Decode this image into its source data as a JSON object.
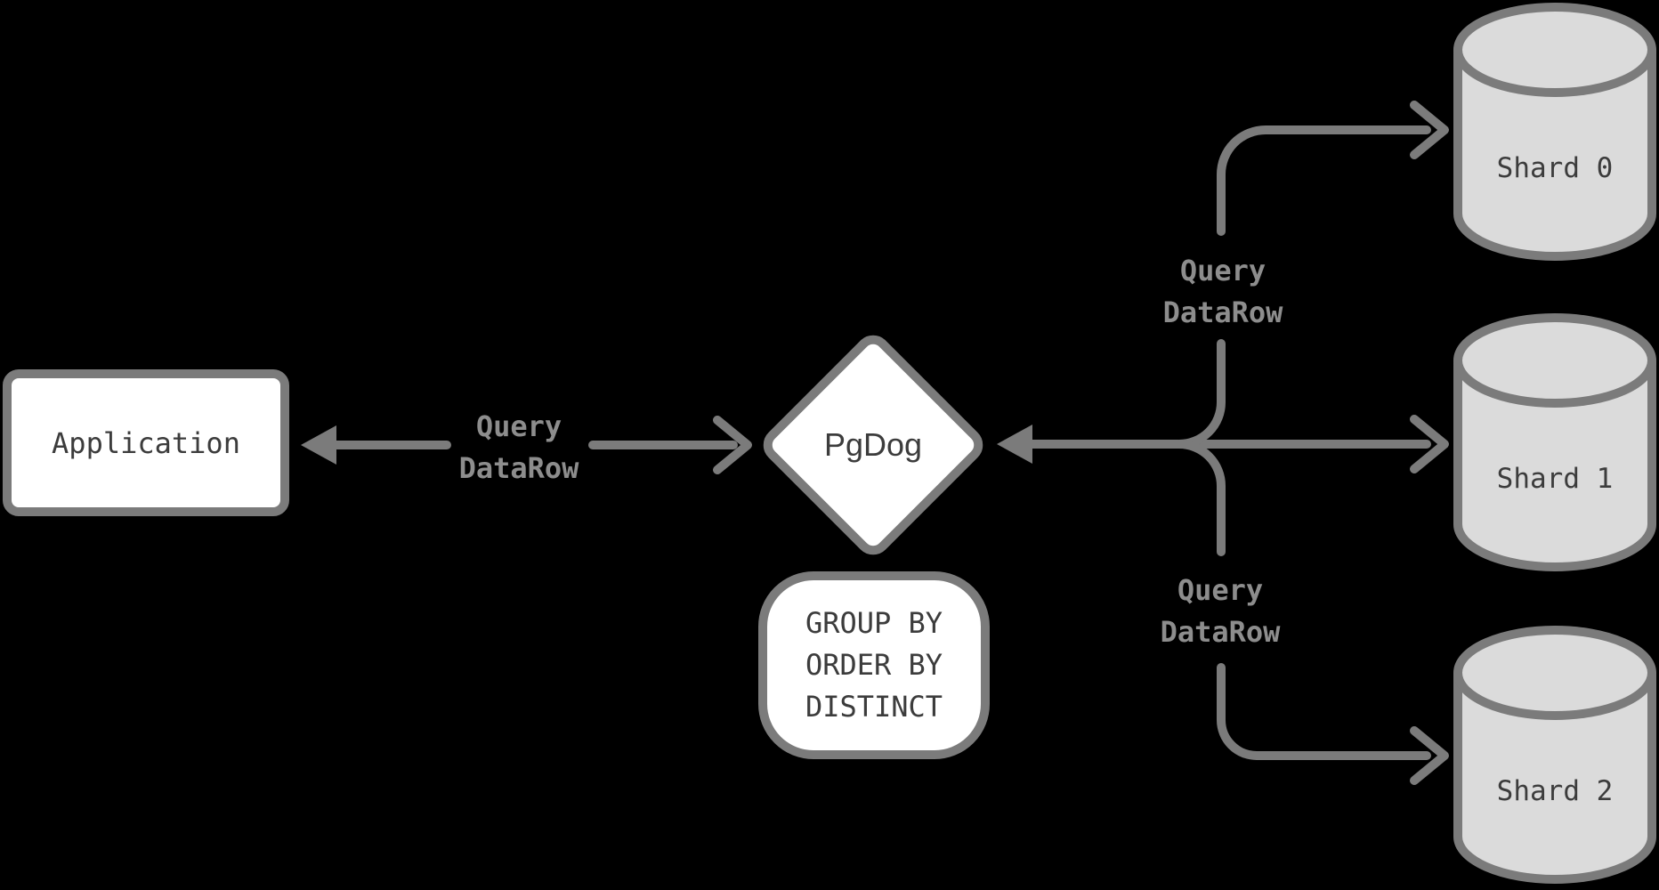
{
  "colors": {
    "background": "#000000",
    "stroke_gray": "#7b7b7b",
    "node_fill": "#ffffff",
    "cylinder_fill": "#dbdbdb",
    "text_dark": "#3c3c3c",
    "label_gray": "#8d8d8d"
  },
  "nodes": {
    "application": {
      "label": "Application"
    },
    "pgdog": {
      "label": "PgDog"
    },
    "operations": {
      "lines": [
        "GROUP BY",
        "ORDER BY",
        "DISTINCT"
      ]
    },
    "shards": [
      {
        "label": "Shard 0"
      },
      {
        "label": "Shard 1"
      },
      {
        "label": "Shard 2"
      }
    ]
  },
  "edges": {
    "app_pgdog_label": {
      "line1": "Query",
      "line2": "DataRow"
    },
    "shard0_label": {
      "line1": "Query",
      "line2": "DataRow"
    },
    "shard2_label": {
      "line1": "Query",
      "line2": "DataRow"
    }
  }
}
